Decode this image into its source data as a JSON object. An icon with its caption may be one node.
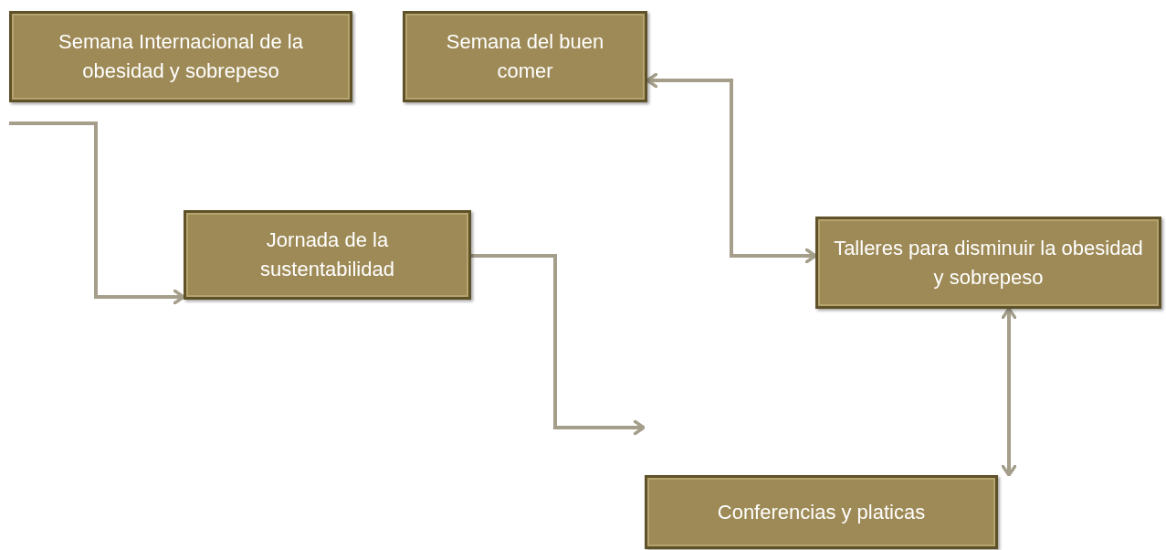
{
  "diagram": {
    "nodes": [
      {
        "text": [
          "Semana Internacional de la obesidad y sobrepeso"
        ]
      },
      {
        "text": [
          "Semana del buen comer"
        ]
      },
      {
        "text": [
          "Jornada de la sustentabilidad"
        ]
      },
      {
        "text": [
          "Talleres para disminuir la obesidad y sobrepeso"
        ]
      },
      {
        "text": [
          "Conferencias y platicas"
        ]
      }
    ],
    "edges": [
      {
        "from": null,
        "to": 2,
        "arrow": "to"
      },
      {
        "from": 2,
        "to": null,
        "arrow": "to"
      },
      {
        "from": 1,
        "to": 3,
        "arrow": "both"
      },
      {
        "from": 3,
        "to": 4,
        "arrow": "both"
      }
    ]
  }
}
